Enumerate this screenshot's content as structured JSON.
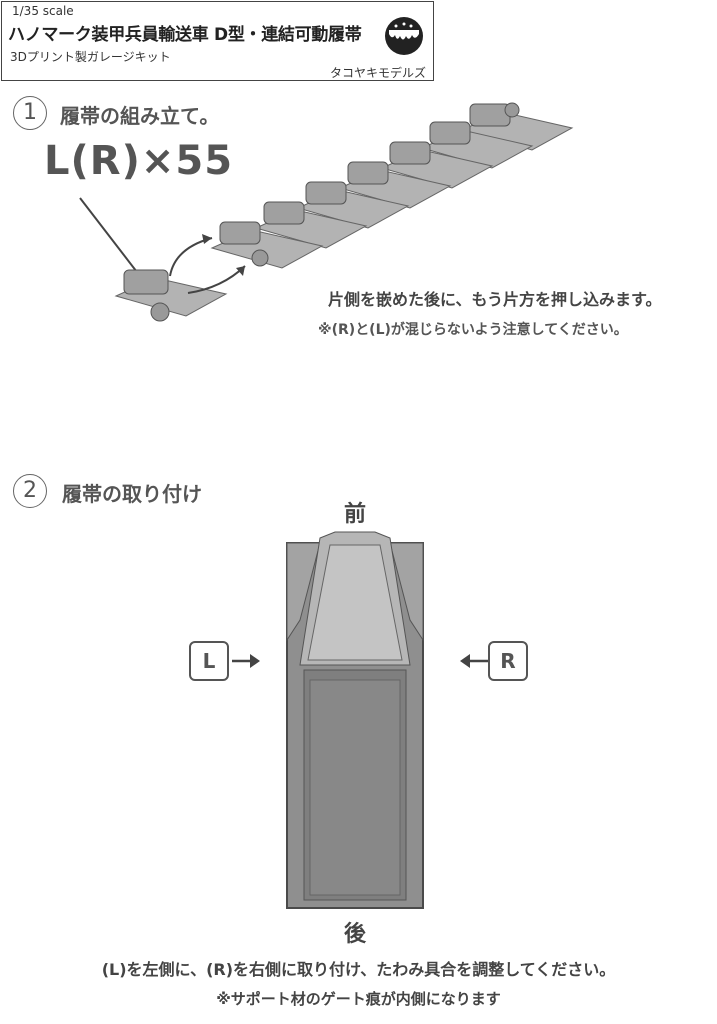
{
  "header": {
    "scale": "1/35 scale",
    "title": "ハノマーク装甲兵員輸送車 D型・連結可動履帯",
    "subtitle": "3Dプリント製ガレージキット",
    "brand": "タコヤキモデルズ",
    "logo_icon": "takoyaki-logo-icon"
  },
  "step1": {
    "number": "1",
    "title": "履帯の組み立て。",
    "count_label": "L(R)×55",
    "instruction": "片側を嵌めた後に、もう片方を押し込みます。",
    "note": "※(R)と(L)が混じらないよう注意してください。"
  },
  "step2": {
    "number": "2",
    "title": "履帯の取り付け",
    "front_label": "前",
    "rear_label": "後",
    "left_label": "L",
    "right_label": "R",
    "instruction": "(L)を左側に、(R)を右側に取り付け、たわみ具合を調整してください。",
    "note": "※サポート材のゲート痕が内側になります"
  },
  "colors": {
    "part_gray": "#9a9a9a",
    "part_light": "#bdbdbd",
    "hull_dark": "#8a8a8a",
    "text": "#444444"
  }
}
